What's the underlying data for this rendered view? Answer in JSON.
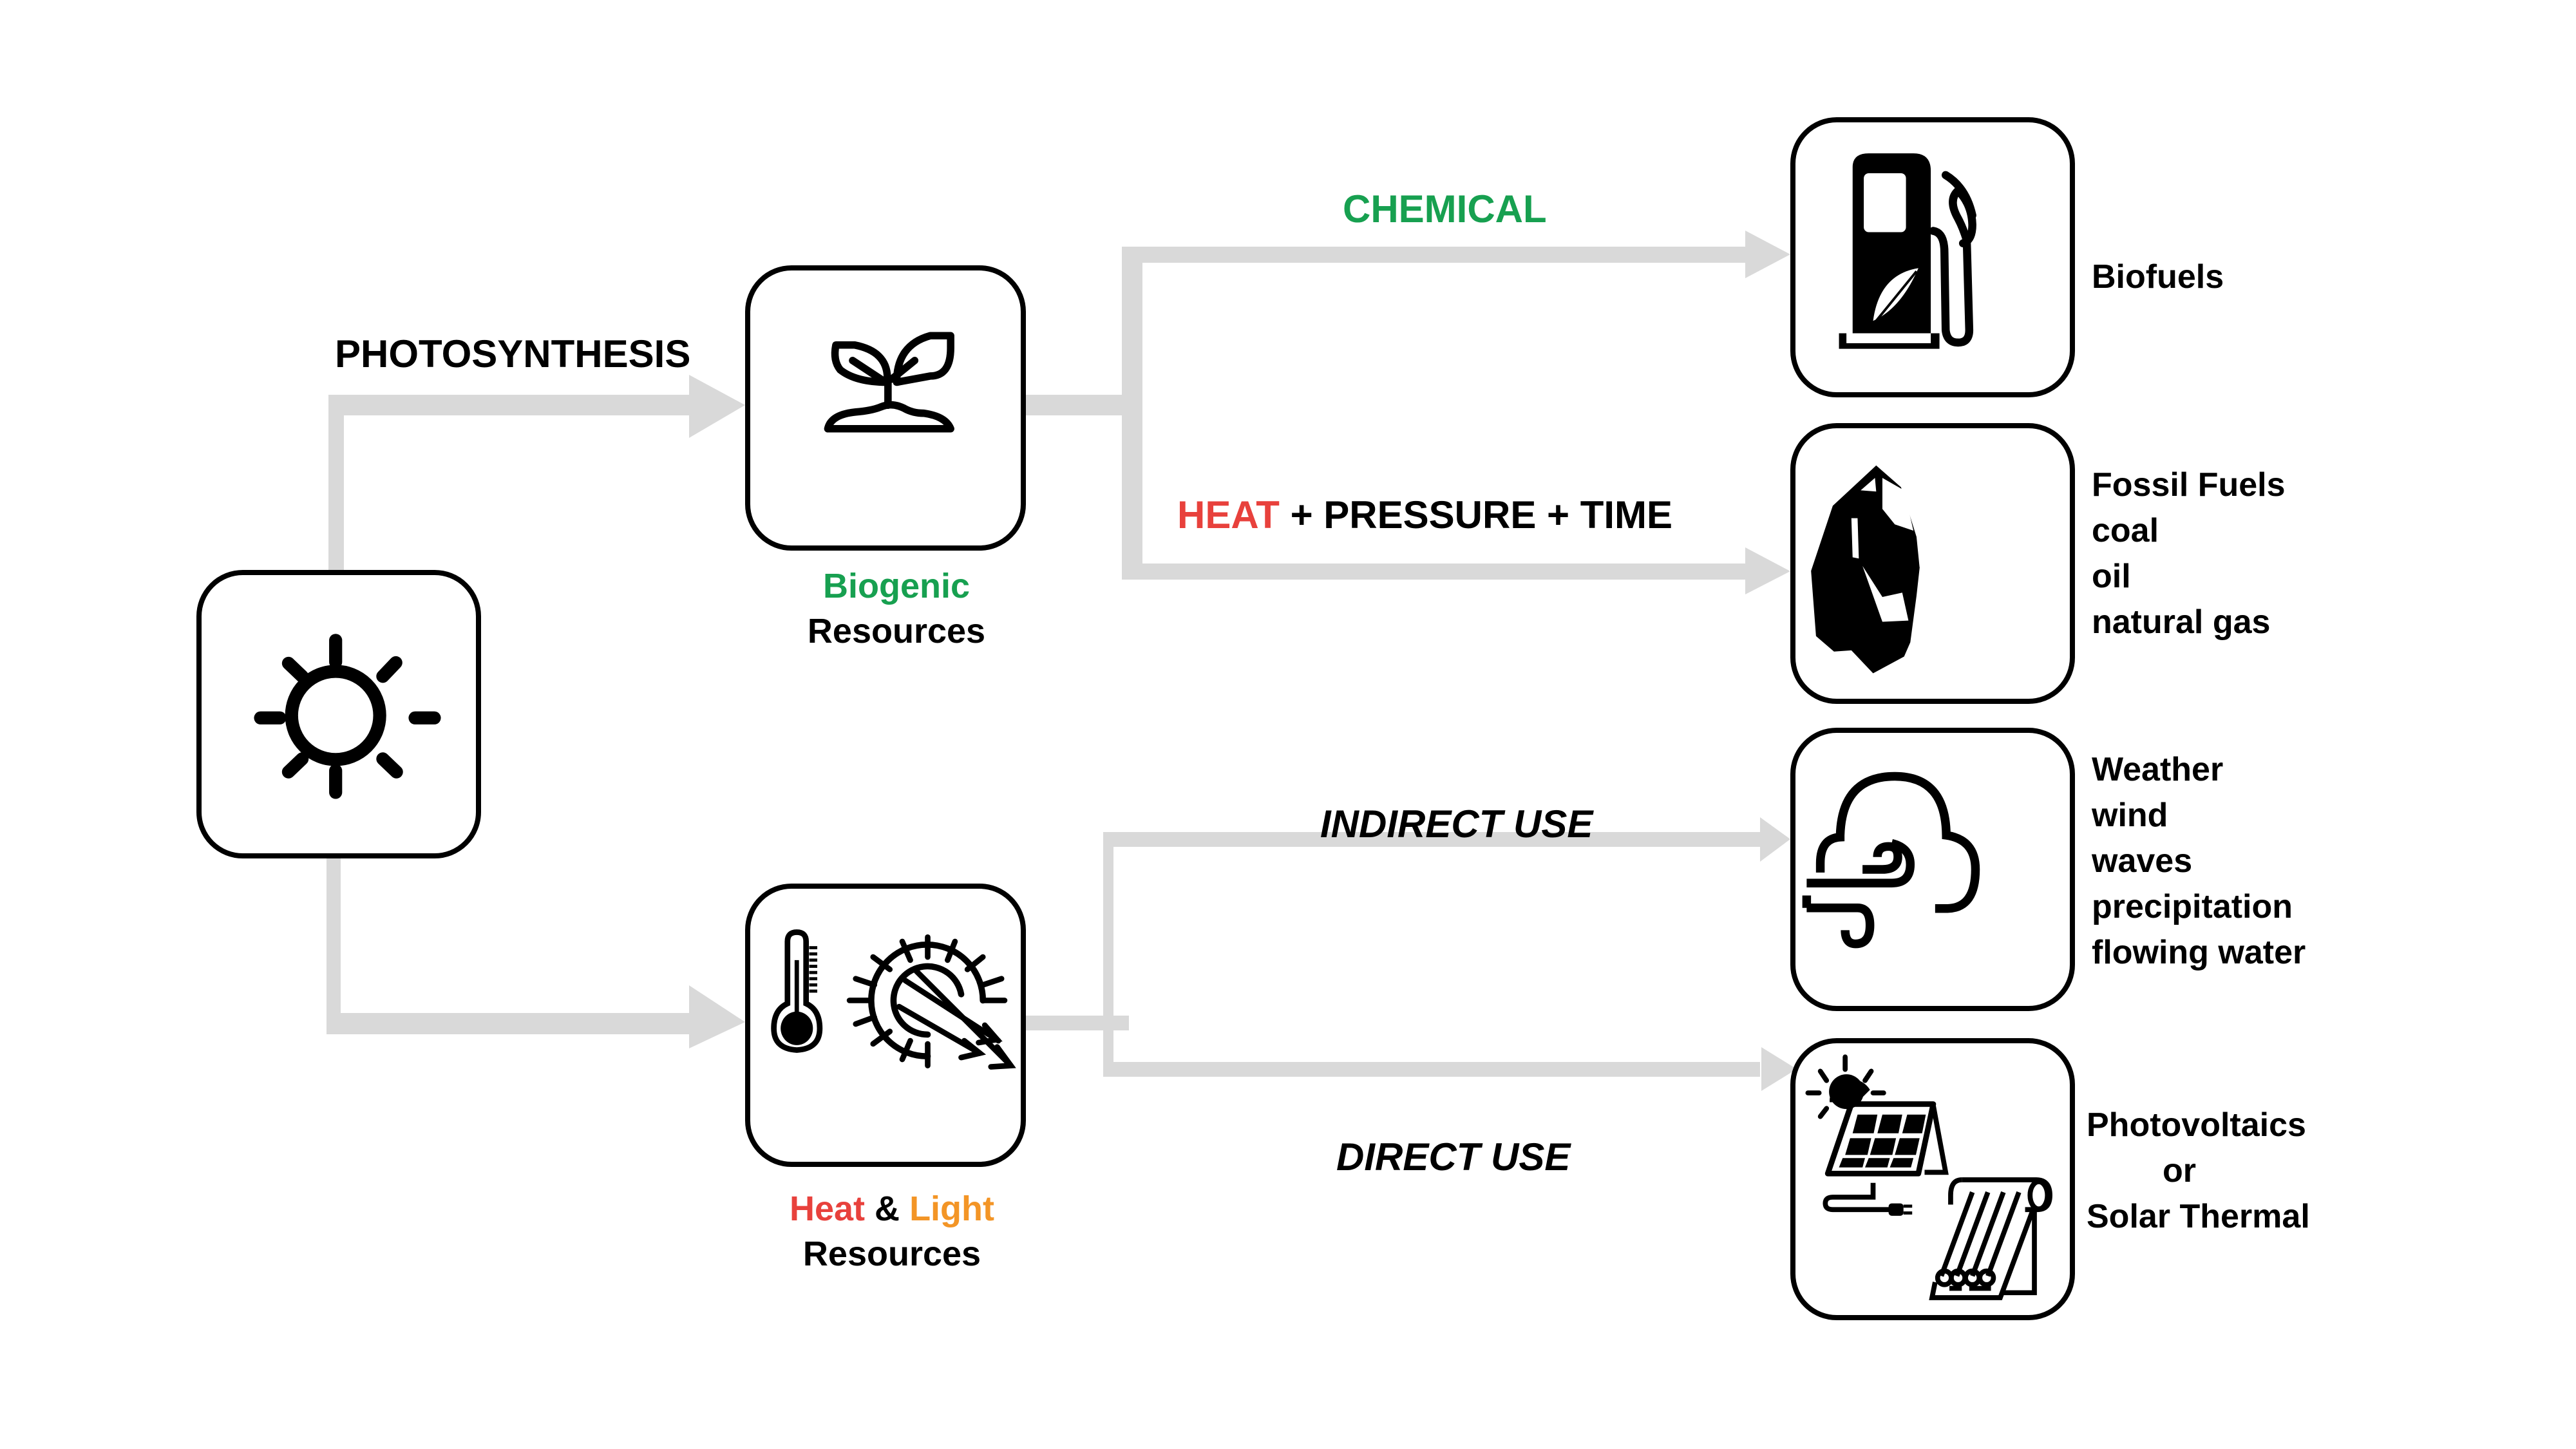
{
  "colors": {
    "arrow": "#d9d9d9",
    "green": "#17a050",
    "red": "#e8413c",
    "orange": "#f39526",
    "ink": "#000000"
  },
  "nodes": {
    "sun": {
      "icon": "sun-icon"
    },
    "biogenic": {
      "icon": "sprout-icon",
      "caption_line1": "Biogenic",
      "caption_line2": "Resources"
    },
    "heat_light": {
      "icon": "thermometer-sun-icon",
      "caption_heat": "Heat",
      "caption_amp": "&",
      "caption_light": "Light",
      "caption_line2": "Resources"
    }
  },
  "flows": {
    "photosynthesis": "PHOTOSYNTHESIS",
    "chemical": "CHEMICAL",
    "heat_word": "HEAT",
    "pressure_time": "+ PRESSURE + TIME",
    "indirect_use": "INDIRECT USE",
    "direct_use": "DIRECT USE"
  },
  "outputs": [
    {
      "icon": "biofuel-pump-icon",
      "lines": [
        "Biofuels"
      ]
    },
    {
      "icon": "coal-icon",
      "lines": [
        "Fossil Fuels",
        "coal",
        "oil",
        "natural gas"
      ]
    },
    {
      "icon": "wind-cloud-icon",
      "lines": [
        "Weather",
        "wind",
        "waves",
        "precipitation",
        "flowing water"
      ]
    },
    {
      "icon": "solar-panel-icon",
      "lines": [
        "Photovoltaics",
        "or",
        "Solar Thermal"
      ]
    }
  ]
}
